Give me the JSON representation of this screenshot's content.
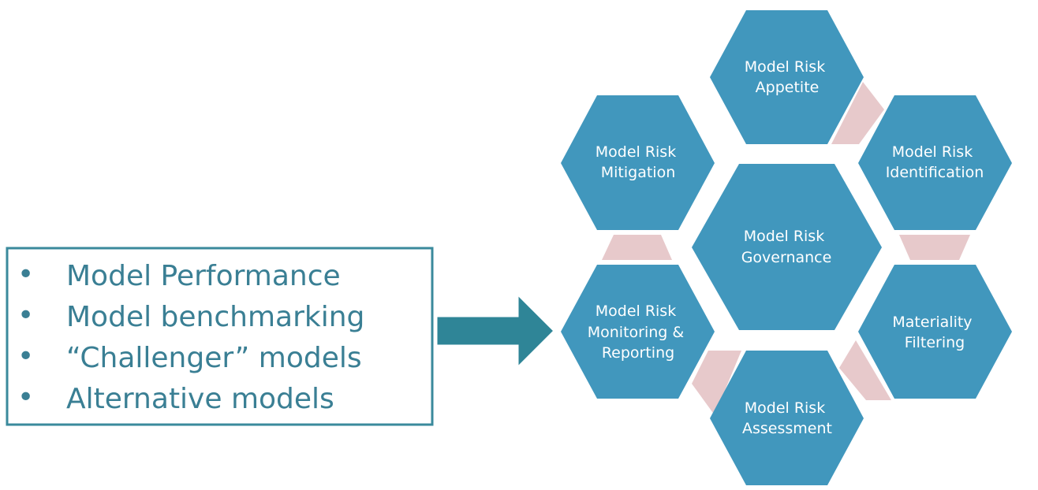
{
  "colors": {
    "hexagon_fill": "#4197bd",
    "hexagon_text": "#ffffff",
    "connector_fill": "#e7c9cb",
    "box_border": "#3a8a9c",
    "list_text": "#3a7f94",
    "arrow_fill": "#2f8597"
  },
  "list_box": {
    "items": [
      "Model Performance",
      "Model benchmarking",
      "“Challenger” models",
      "Alternative models"
    ]
  },
  "hexagons": [
    {
      "id": "appetite",
      "lines": [
        "Model Risk",
        "Appetite"
      ]
    },
    {
      "id": "identification",
      "lines": [
        "Model Risk",
        "Identification"
      ]
    },
    {
      "id": "materiality",
      "lines": [
        "Materiality",
        "Filtering"
      ]
    },
    {
      "id": "assessment",
      "lines": [
        "Model Risk",
        "Assessment"
      ]
    },
    {
      "id": "monitoring",
      "lines": [
        "Model Risk",
        "Monitoring &",
        "Reporting"
      ]
    },
    {
      "id": "mitigation",
      "lines": [
        "Model Risk",
        "Mitigation"
      ]
    },
    {
      "id": "governance",
      "lines": [
        "Model Risk",
        "Governance"
      ]
    }
  ]
}
